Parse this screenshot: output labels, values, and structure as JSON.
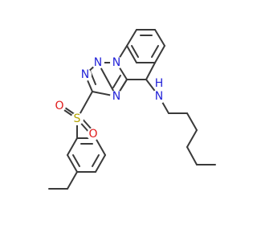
{
  "colors": {
    "bond": "#3a3a3a",
    "nitrogen": "#2323d8",
    "oxygen": "#e01a1a",
    "sulfur": "#b3a300",
    "background": "#ffffff"
  },
  "atoms": {
    "N1": "N",
    "N2": "N",
    "N3": "N",
    "N4": "N",
    "NH": "N",
    "H": "H",
    "O1": "O",
    "O2": "O",
    "S": "S"
  }
}
